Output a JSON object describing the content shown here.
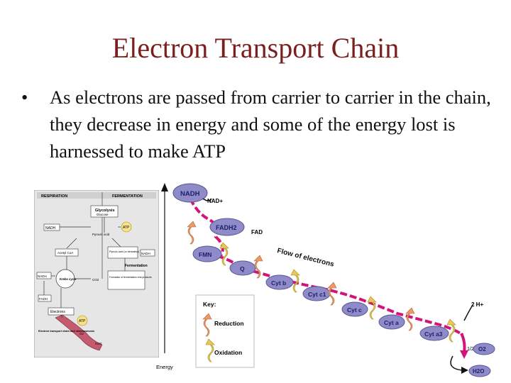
{
  "slide": {
    "title": "Electron Transport Chain",
    "bullet_char": "•",
    "bullet_text": "As electrons are passed from carrier to carrier in the chain, they decrease in energy and some of the energy lost is harnessed to make ATP"
  },
  "small_diagram": {
    "headers": [
      "RESPIRATION",
      "FERMENTATION"
    ],
    "labels": {
      "glycolysis": "Glycolysis",
      "glucose": "Glucose",
      "nadh_top": "NADH",
      "atp_top": "ATP",
      "pyruvic": "Pyruvic acid",
      "acetyl": "Acetyl CoA",
      "pyruvic_deriv": "Pyruvic acid (or derivative)",
      "nadh_right": "NADH",
      "fermentation": "Fermentation",
      "nadh_left": "NADH",
      "krebs": "Krebs cycle",
      "co2": "CO2",
      "formation": "Formation of fermentation end-products",
      "fadh": "FADH",
      "electrons": "Electrons",
      "atp_bottom": "ATP",
      "o2": "O2",
      "h2o": "H2O",
      "etc": "Electron transport chain and chemiosmosis"
    }
  },
  "chain": {
    "energy_label": "Energy",
    "flow_label": "Flow of electrons",
    "carriers": [
      "NADH",
      "FADH2",
      "FMN",
      "Q",
      "Cyt b",
      "Cyt c1",
      "Cyt c",
      "Cyt a",
      "Cyt a3"
    ],
    "nad_label": "NAD+",
    "fad_label": "FAD",
    "h_label": "2 H+",
    "half_label": "1/2",
    "o2_label": "O2",
    "h2o_label": "H2O",
    "key": {
      "title": "Key:",
      "reduction": "Reduction",
      "oxidation": "Oxidation"
    }
  },
  "colors": {
    "title": "#7a1f1f",
    "electron_path": "#d4137a",
    "carrier_fill": "#8f8bc8",
    "label_fill": "#2a2a88",
    "reduction_arrow": "#e89a6a",
    "oxidation_arrow": "#e6c95a"
  }
}
